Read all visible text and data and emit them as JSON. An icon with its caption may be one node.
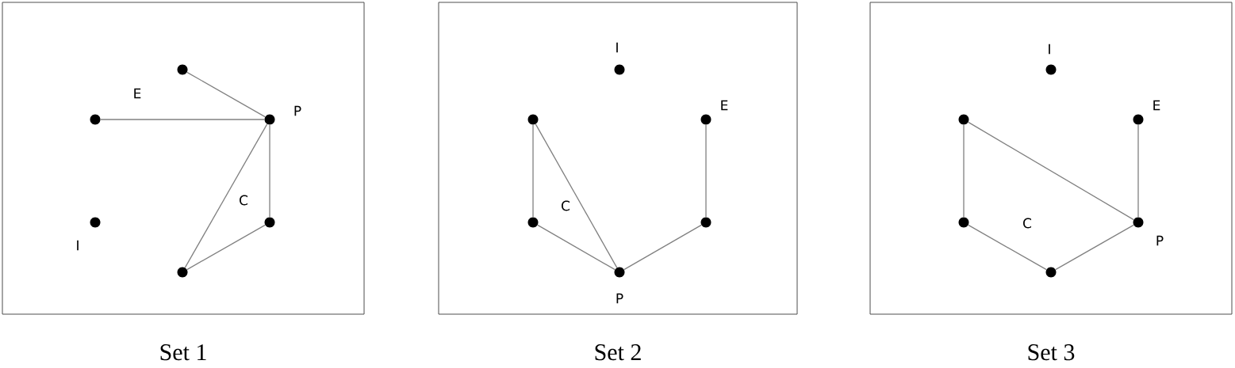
{
  "diagram": {
    "nodes": [
      {
        "text": [
          "Set 1"
        ]
      },
      {
        "text": [],
        "shape": "circle",
        "in": 0
      },
      {
        "text": [],
        "shape": "circle",
        "in": 0
      },
      {
        "text": [],
        "shape": "circle",
        "in": 0
      },
      {
        "text": [],
        "shape": "circle",
        "in": 0
      },
      {
        "text": [],
        "shape": "circle",
        "in": 0
      },
      {
        "text": [],
        "shape": "circle",
        "in": 0
      },
      {
        "text": [
          "Set 2"
        ]
      },
      {
        "text": [],
        "shape": "circle",
        "in": 7
      },
      {
        "text": [],
        "shape": "circle",
        "in": 7
      },
      {
        "text": [],
        "shape": "circle",
        "in": 7
      },
      {
        "text": [],
        "shape": "circle",
        "in": 7
      },
      {
        "text": [],
        "shape": "circle",
        "in": 7
      },
      {
        "text": [],
        "shape": "circle",
        "in": 7
      },
      {
        "text": [
          "Set 3"
        ]
      },
      {
        "text": [],
        "shape": "circle",
        "in": 14
      },
      {
        "text": [],
        "shape": "circle",
        "in": 14
      },
      {
        "text": [],
        "shape": "circle",
        "in": 14
      },
      {
        "text": [],
        "shape": "circle",
        "in": 14
      },
      {
        "text": [],
        "shape": "circle",
        "in": 14
      },
      {
        "text": [],
        "shape": "circle",
        "in": 14
      }
    ],
    "edges": [
      {
        "from": 1,
        "to": 3,
        "arrow": "none"
      },
      {
        "from": 2,
        "to": 3,
        "arrow": "none"
      },
      {
        "from": 3,
        "to": 5,
        "arrow": "none"
      },
      {
        "from": 3,
        "to": 6,
        "arrow": "none"
      },
      {
        "from": 5,
        "to": 6,
        "arrow": "none"
      },
      {
        "from": 9,
        "to": 11,
        "arrow": "none"
      },
      {
        "from": 9,
        "to": 13,
        "arrow": "none"
      },
      {
        "from": 11,
        "to": 13,
        "arrow": "none"
      },
      {
        "from": 10,
        "to": 12,
        "arrow": "none"
      },
      {
        "from": 12,
        "to": 13,
        "arrow": "none"
      },
      {
        "from": 16,
        "to": 18,
        "arrow": "none"
      },
      {
        "from": 16,
        "to": 19,
        "arrow": "none"
      },
      {
        "from": 18,
        "to": 20,
        "arrow": "none"
      },
      {
        "from": 17,
        "to": 19,
        "arrow": "none"
      },
      {
        "from": 19,
        "to": 20,
        "arrow": "none"
      }
    ],
    "labels": [
      "E",
      "P",
      "C",
      "I",
      "I",
      "E",
      "C",
      "P",
      "I",
      "E",
      "C",
      "P"
    ]
  }
}
